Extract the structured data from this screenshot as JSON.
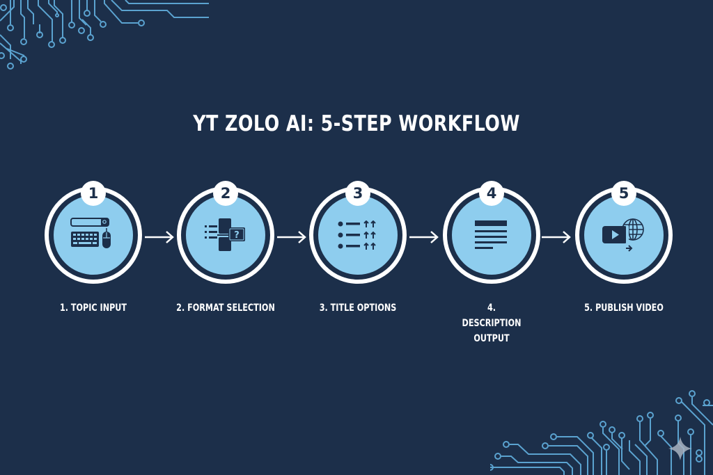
{
  "title": "YT ZOLO AI: 5-STEP WORKFLOW",
  "colors": {
    "background": "#1c2f4a",
    "circle_fill": "#8ecdee",
    "ring": "#ffffff",
    "icon": "#1c2f4a",
    "circuit": "#5ba3d0"
  },
  "steps": [
    {
      "number": "1",
      "label": "1. TOPIC INPUT",
      "icon": "search-keyboard-mouse-icon"
    },
    {
      "number": "2",
      "label": "2. FORMAT SELECTION",
      "icon": "format-select-icon"
    },
    {
      "number": "3",
      "label": "3. TITLE OPTIONS",
      "icon": "list-ranking-icon"
    },
    {
      "number": "4",
      "label": "4. DESCRIPTION OUTPUT",
      "icon": "document-text-icon"
    },
    {
      "number": "5",
      "label": "5. PUBLISH VIDEO",
      "icon": "video-globe-icon"
    }
  ],
  "arrows": 4
}
